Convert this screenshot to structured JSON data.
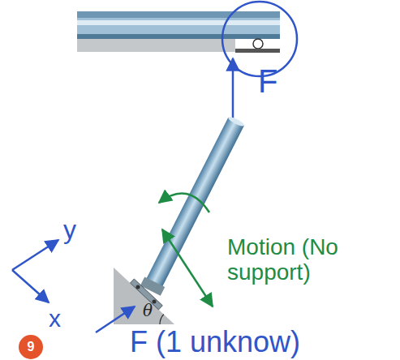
{
  "diagram": {
    "nodes": [
      {
        "text": [
          "9"
        ]
      }
    ],
    "edges": [],
    "labels": [
      "F",
      "Motion (No support)",
      "y",
      "x",
      "θ",
      "F (1 unknow)"
    ]
  }
}
